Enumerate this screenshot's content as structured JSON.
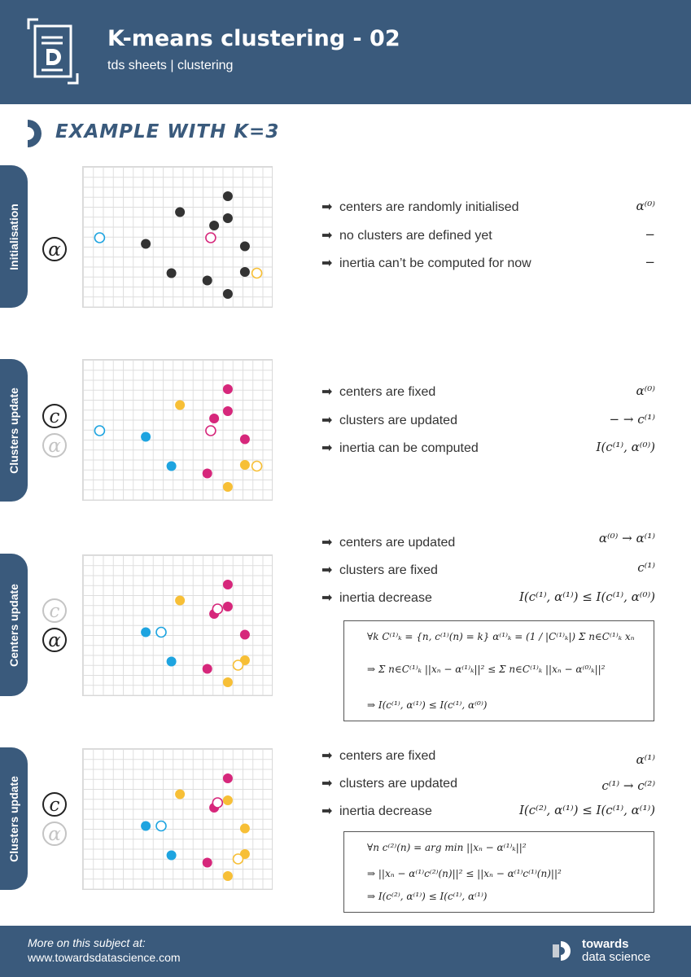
{
  "header": {
    "title": "K-means clustering - 02",
    "subtitle": "tds sheets | clustering",
    "logo_icon": "tds-document-logo-icon",
    "background_color": "#3a5a7c"
  },
  "section": {
    "title": "EXAMPLE WITH K=3",
    "icon": "half-circle-icon"
  },
  "colors": {
    "cluster_blue": "#1ea4e0",
    "cluster_magenta": "#d6277b",
    "cluster_yellow": "#f7bf36",
    "unassigned": "#333333"
  },
  "panels": [
    {
      "tab_label": "Initialisation",
      "symbols": [
        {
          "char": "α",
          "faded": false
        }
      ],
      "points": [
        [
          0.55,
          0.31,
          "k"
        ],
        [
          0.79,
          0.46,
          "k"
        ],
        [
          0.29,
          0.51,
          "k"
        ],
        [
          0.4,
          0.71,
          "k"
        ],
        [
          0.85,
          0.67,
          "k"
        ],
        [
          0.16,
          0.79,
          "k"
        ],
        [
          0.34,
          0.79,
          "k"
        ],
        [
          0.96,
          0.79,
          "k"
        ],
        [
          0.57,
          0.89,
          "k"
        ],
        [
          0.78,
          0.89,
          "k"
        ]
      ],
      "centroids": [
        [
          0.5,
          0.04,
          "b"
        ],
        [
          0.5,
          0.69,
          "m"
        ],
        [
          0.79,
          0.96,
          "y"
        ]
      ],
      "bullets": [
        {
          "text": "centers are randomly initialised",
          "math": "α⁽⁰⁾"
        },
        {
          "text": "no clusters are defined yet",
          "math": "−"
        },
        {
          "text": "inertia can’t be computed for now",
          "math": "−"
        }
      ]
    },
    {
      "tab_label": "Clusters update",
      "symbols": [
        {
          "char": "c",
          "faded": false
        },
        {
          "char": "α",
          "faded": true
        }
      ],
      "points": [
        [
          0.55,
          0.31,
          "b"
        ],
        [
          0.79,
          0.46,
          "b"
        ],
        [
          0.29,
          0.51,
          "y"
        ],
        [
          0.4,
          0.71,
          "m"
        ],
        [
          0.85,
          0.67,
          "m"
        ],
        [
          0.16,
          0.79,
          "m"
        ],
        [
          0.34,
          0.79,
          "m"
        ],
        [
          0.96,
          0.79,
          "y"
        ],
        [
          0.57,
          0.89,
          "m"
        ],
        [
          0.78,
          0.89,
          "y"
        ]
      ],
      "centroids": [
        [
          0.5,
          0.04,
          "b"
        ],
        [
          0.5,
          0.69,
          "m"
        ],
        [
          0.79,
          0.96,
          "y"
        ]
      ],
      "bullets": [
        {
          "text": "centers are fixed",
          "math": "α⁽⁰⁾"
        },
        {
          "text": "clusters are updated",
          "math": "− → c⁽¹⁾"
        },
        {
          "text": "inertia can be computed",
          "math": "I(c⁽¹⁾, α⁽⁰⁾)"
        }
      ]
    },
    {
      "tab_label": "Centers update",
      "symbols": [
        {
          "char": "c",
          "faded": true
        },
        {
          "char": "α",
          "faded": false
        }
      ],
      "points": [
        [
          0.55,
          0.31,
          "b"
        ],
        [
          0.79,
          0.46,
          "b"
        ],
        [
          0.29,
          0.51,
          "y"
        ],
        [
          0.4,
          0.71,
          "m"
        ],
        [
          0.85,
          0.67,
          "m"
        ],
        [
          0.16,
          0.79,
          "m"
        ],
        [
          0.34,
          0.79,
          "m"
        ],
        [
          0.96,
          0.79,
          "y"
        ],
        [
          0.57,
          0.89,
          "m"
        ],
        [
          0.78,
          0.89,
          "y"
        ]
      ],
      "centroids": [
        [
          0.55,
          0.4,
          "b"
        ],
        [
          0.36,
          0.73,
          "m"
        ],
        [
          0.82,
          0.85,
          "y"
        ]
      ],
      "bullets": [
        {
          "text": "centers are updated",
          "math": "α⁽⁰⁾ → α⁽¹⁾"
        },
        {
          "text": "clusters are fixed",
          "math": "c⁽¹⁾"
        },
        {
          "text": "inertia decrease",
          "math": "I(c⁽¹⁾, α⁽¹⁾) ≤ I(c⁽¹⁾, α⁽⁰⁾)"
        }
      ],
      "formulas": [
        "∀k    C⁽¹⁾ₖ = {n, c⁽¹⁾(n) = k}    α⁽¹⁾ₖ = (1 / |C⁽¹⁾ₖ|) Σ n∈C⁽¹⁾ₖ xₙ",
        "⇒    Σ n∈C⁽¹⁾ₖ ||xₙ − α⁽¹⁾ₖ||² ≤ Σ n∈C⁽¹⁾ₖ ||xₙ − α⁽⁰⁾ₖ||²",
        "⇒    I(c⁽¹⁾, α⁽¹⁾) ≤ I(c⁽¹⁾, α⁽⁰⁾)"
      ]
    },
    {
      "tab_label": "Clusters update",
      "symbols": [
        {
          "char": "c",
          "faded": false
        },
        {
          "char": "α",
          "faded": true
        }
      ],
      "points": [
        [
          0.55,
          0.31,
          "b"
        ],
        [
          0.79,
          0.46,
          "b"
        ],
        [
          0.29,
          0.51,
          "y"
        ],
        [
          0.4,
          0.71,
          "m"
        ],
        [
          0.85,
          0.67,
          "m"
        ],
        [
          0.16,
          0.79,
          "m"
        ],
        [
          0.34,
          0.79,
          "y"
        ],
        [
          0.96,
          0.79,
          "y"
        ],
        [
          0.57,
          0.89,
          "y"
        ],
        [
          0.78,
          0.89,
          "y"
        ]
      ],
      "centroids": [
        [
          0.55,
          0.4,
          "b"
        ],
        [
          0.36,
          0.73,
          "m"
        ],
        [
          0.82,
          0.85,
          "y"
        ]
      ],
      "bullets": [
        {
          "text": "centers are fixed",
          "math": "α⁽¹⁾"
        },
        {
          "text": "clusters are updated",
          "math": "c⁽¹⁾ → c⁽²⁾"
        },
        {
          "text": "inertia decrease",
          "math": "I(c⁽²⁾, α⁽¹⁾) ≤ I(c⁽¹⁾, α⁽¹⁾)"
        }
      ],
      "formulas": [
        "∀n    c⁽²⁾(n) = arg min ||xₙ − α⁽¹⁾ₖ||²",
        "⇒    ||xₙ − α⁽¹⁾c⁽²⁾(n)||² ≤ ||xₙ − α⁽¹⁾c⁽¹⁾(n)||²",
        "⇒    I(c⁽²⁾, α⁽¹⁾) ≤ I(c⁽¹⁾, α⁽¹⁾)"
      ]
    }
  ],
  "footer": {
    "line1": "More on this subject at:",
    "line2": "www.towardsdatascience.com",
    "brand_line1": "towards",
    "brand_line2": "data science",
    "brand_icon": "tds-logo-icon"
  }
}
